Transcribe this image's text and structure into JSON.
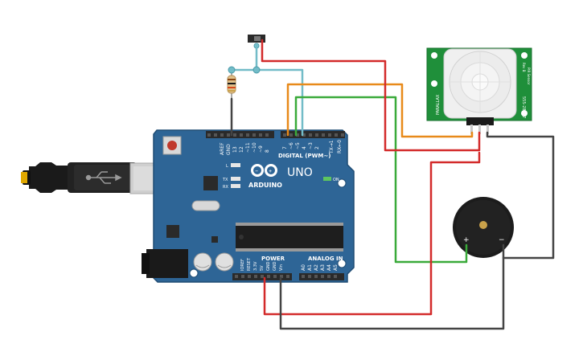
{
  "board": {
    "logo_text": "ARDUINO",
    "model": "UNO",
    "on_label": "ON",
    "digital_label": "DIGITAL (PWM~)",
    "power_label": "POWER",
    "analog_label": "ANALOG IN",
    "aref": "AREF",
    "gnd": "GND",
    "d13": "13",
    "d12": "12",
    "d11": "~11",
    "d10": "~10",
    "d9": "~9",
    "d8": "8",
    "d7": "7",
    "d6": "~6",
    "d5": "~5",
    "d4": "4",
    "d3": "~3",
    "d2": "2",
    "tx1": "TX→1",
    "rx0": "RX←0",
    "led_l": "L",
    "led_tx": "TX",
    "led_rx": "RX",
    "ioref": "IOREF",
    "reset": "RESET",
    "v33": "3.3V",
    "v5": "5V",
    "gnd_a": "GND",
    "gnd_b": "GND",
    "vin": "Vin",
    "a0": "A0",
    "a1": "A1",
    "a2": "A2",
    "a3": "A3",
    "a4": "A4",
    "a5": "A5"
  },
  "pir": {
    "label_brand": "PARALLAX",
    "label_part": "555-28027",
    "label_top": "PIR Sensor",
    "label_rev": "Rev B"
  },
  "buzzer": {
    "plus": "+",
    "minus": "−"
  },
  "colors": {
    "board": "#2e6596",
    "board_edge": "#1f4c74",
    "header": "#2a2a2a",
    "pcb_green": "#1f8f3a",
    "wire_red": "#d32a2a",
    "wire_orange": "#e88a1a",
    "wire_green": "#3aaa3a",
    "wire_black": "#444444",
    "wire_cyan": "#72bcc8"
  }
}
